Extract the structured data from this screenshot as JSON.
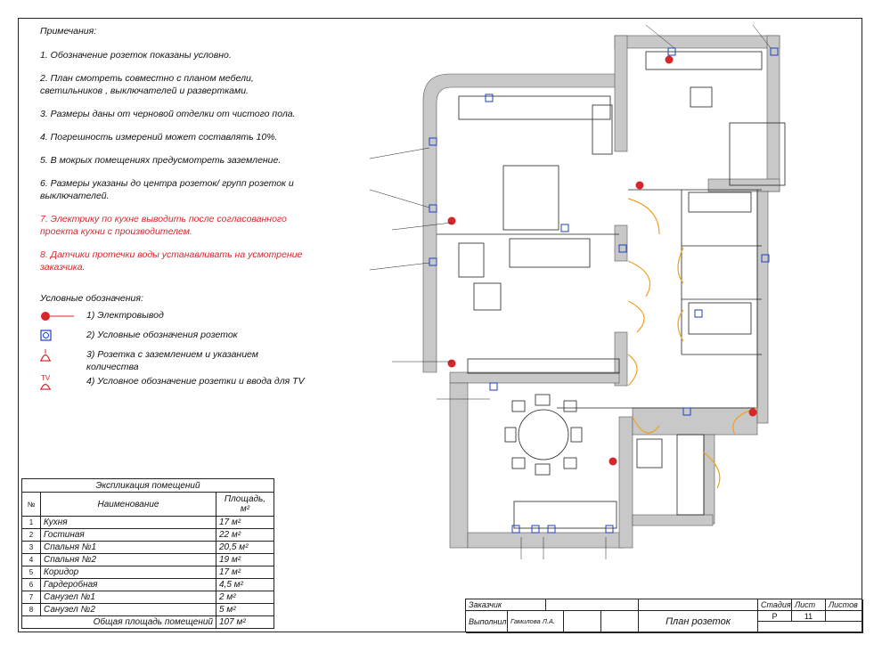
{
  "notes": {
    "heading": "Примечания:",
    "items": [
      "1. Обозначение розеток показаны условно.",
      "2. План смотреть совместно с планом мебели, светильников , выключателей и развертками.",
      "3. Размеры даны от черновой отделки от чистого пола.",
      "4. Погрешность измерений может составлять 10%.",
      "5. В мокрых помещениях предусмотреть заземление.",
      "6. Размеры указаны до центра розеток/ групп розеток и выключателей."
    ],
    "red_items": [
      "7. Электрику по кухне выводить после согласованного проекта кухни с производителем.",
      "8. Датчики протечки воды устанавливать на усмотрение заказчика."
    ]
  },
  "legend": {
    "heading": "Условные обозначения:",
    "items": [
      "1) Электровывод",
      "2) Условные обозначения розеток",
      "3) Розетка с заземлением и указанием количества",
      "4) Условное обозначение розетки и ввода для TV"
    ],
    "tv_mark": "TV"
  },
  "explication": {
    "caption": "Экспликация помещений",
    "col_num": "№",
    "col_name": "Наименование",
    "col_area": "Площадь, м²",
    "rows": [
      {
        "n": "1",
        "name": "Кухня",
        "area": "17 м²"
      },
      {
        "n": "2",
        "name": "Гостиная",
        "area": "22 м²"
      },
      {
        "n": "3",
        "name": "Спальня №1",
        "area": "20,5 м²"
      },
      {
        "n": "4",
        "name": "Спальня №2",
        "area": "19 м²"
      },
      {
        "n": "5",
        "name": "Коридор",
        "area": "17 м²"
      },
      {
        "n": "6",
        "name": "Гардеробная",
        "area": "4,5 м²"
      },
      {
        "n": "7",
        "name": "Санузел №1",
        "area": "2 м²"
      },
      {
        "n": "8",
        "name": "Санузел №2",
        "area": "5 м²"
      }
    ],
    "total_label": "Общая площадь помещений",
    "total_area": "107 м²"
  },
  "title_block": {
    "customer_label": "Заказчик",
    "done_label": "Выполнил",
    "author": "Гамилова Л.А.",
    "sheet_title": "План розеток",
    "stage_label": "Стадия",
    "sheet_label": "Лист",
    "sheets_label": "Листов",
    "stage_value": "Р",
    "sheet_value": "11"
  },
  "colors": {
    "wall": "#c8c8c8",
    "accent_red": "#d6262b",
    "socket_blue": "#1a3fbf",
    "door_orange": "#f0a020",
    "line": "#222222"
  }
}
